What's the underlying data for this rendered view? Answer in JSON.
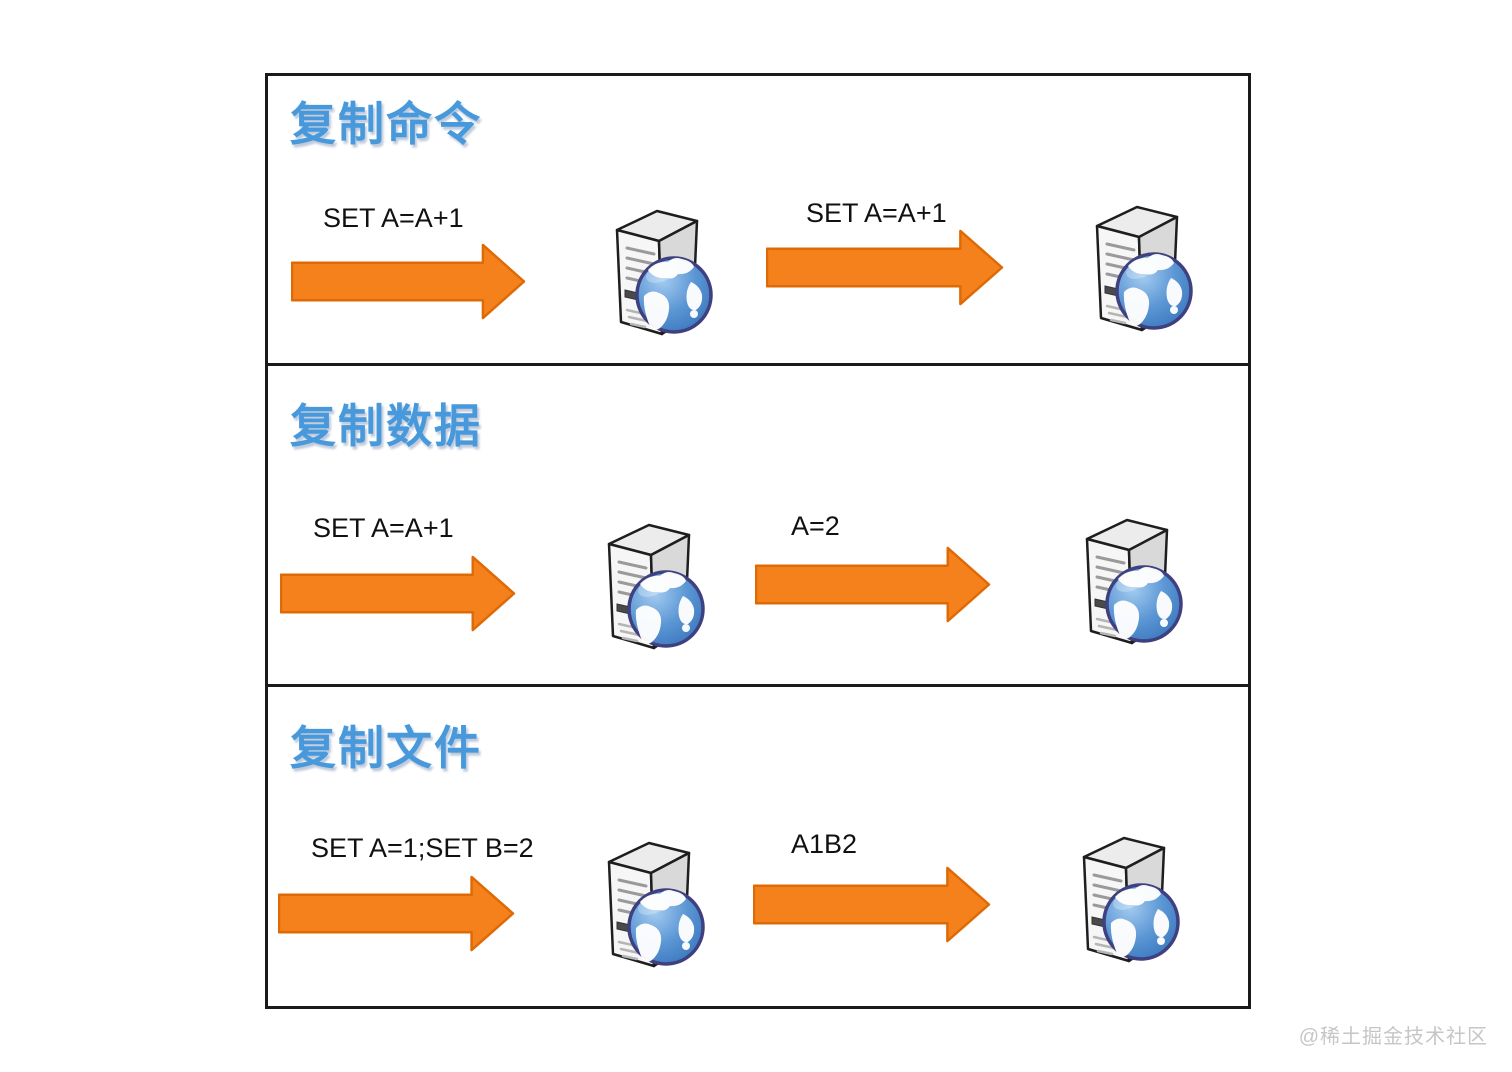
{
  "diagram": {
    "sections": [
      {
        "id": "replicate-command",
        "title": "复制命令",
        "source_label": "SET A=A+1",
        "transfer_label": "SET A=A+1"
      },
      {
        "id": "replicate-data",
        "title": "复制数据",
        "source_label": "SET A=A+1",
        "transfer_label": "A=2"
      },
      {
        "id": "replicate-file",
        "title": "复制文件",
        "source_label": "SET A=1;SET B=2",
        "transfer_label": "A1B2"
      }
    ]
  },
  "watermark": {
    "text": "@稀土掘金技术社区"
  },
  "colors": {
    "canvas_bg": "#FFFFFF",
    "border_black": "#1A1A1A",
    "title_blue": "#4799DC",
    "arrow_fill": "#F5811C",
    "arrow_stroke": "#DE6A06",
    "watermark_gray": "#C6C6C8"
  },
  "icons": {
    "server": "server-tower-with-globe",
    "arrow": "thick-right-arrow"
  }
}
